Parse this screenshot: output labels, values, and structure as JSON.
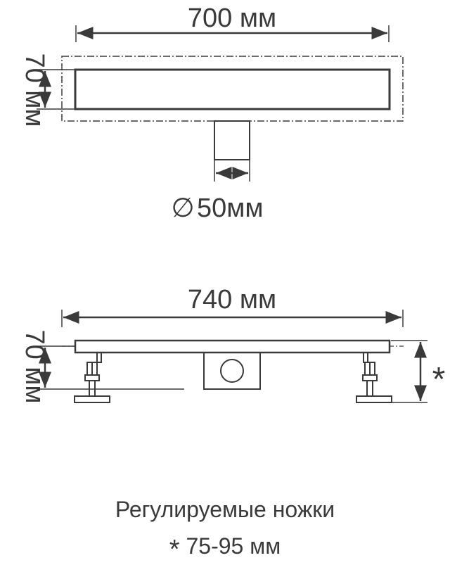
{
  "top_view": {
    "length_label": "700 мм",
    "width_label": "70 мм",
    "outlet_label": "50мм",
    "outlet_symbol": "∅"
  },
  "side_view": {
    "length_label": "740 мм",
    "height_label": "70 мм",
    "feet_mark": "*"
  },
  "caption": {
    "line1": "Регулируемые ножки",
    "line2_symbol": "*",
    "line2_text": "75-95 мм"
  }
}
